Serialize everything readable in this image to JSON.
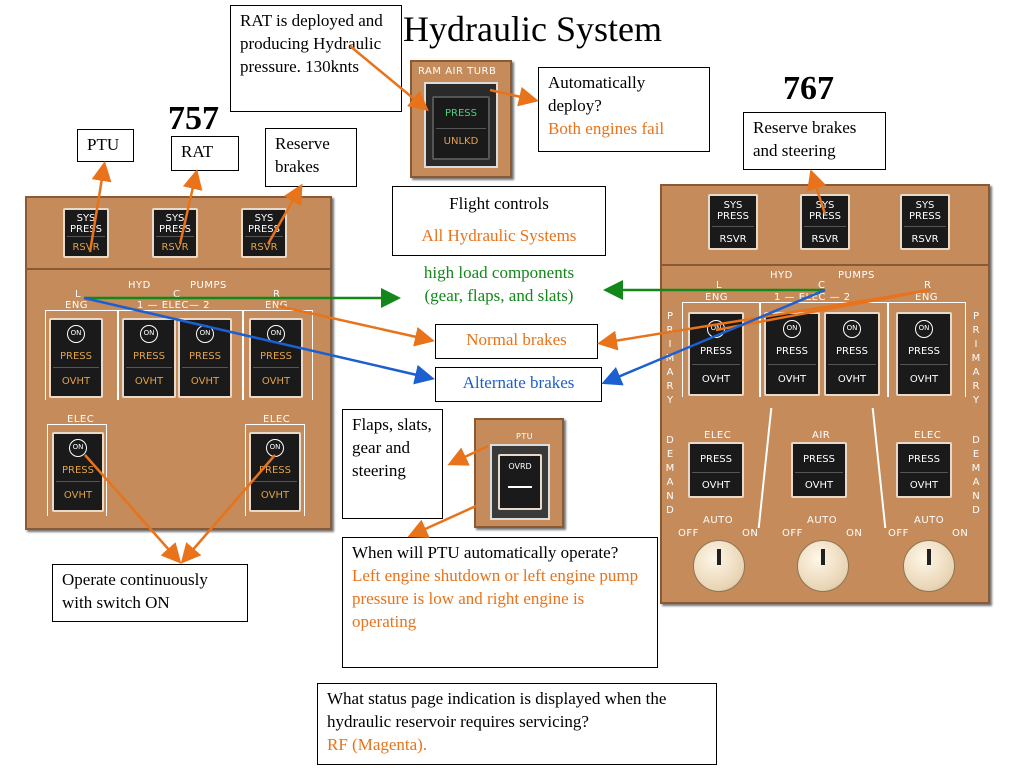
{
  "title": "Hydraulic System",
  "label_757": "757",
  "label_767": "767",
  "callouts": {
    "rat_deployed": "RAT is deployed and producing Hydraulic pressure. 130knts",
    "auto_deploy_q": "Automatically deploy?",
    "auto_deploy_a": "Both engines fail",
    "ptu": "PTU",
    "rat": "RAT",
    "reserve_brakes": "Reserve brakes",
    "reserve_brakes_steering": "Reserve brakes and steering",
    "flight_controls": "Flight controls",
    "all_hyd": "All Hydraulic Systems",
    "high_load": "high load components (gear, flaps, and slats)",
    "normal_brakes": "Normal brakes",
    "alternate_brakes": "Alternate brakes",
    "flaps_slats": "Flaps, slats, gear and steering",
    "ptu_when_q": "When will PTU automatically operate?",
    "ptu_when_a": "Left engine shutdown or left engine pump pressure is low and right engine is operating",
    "operate_cont": "Operate continuously with switch ON",
    "status_q": "What status page indication is displayed when the hydraulic reservoir requires servicing?",
    "status_a": "RF (Magenta)."
  },
  "rat_panel": {
    "header": "RAM AIR TURB",
    "press": "PRESS",
    "unlkd": "UNLKD"
  },
  "ptu_panel": {
    "header": "PTU",
    "ovrd": "OVRD"
  },
  "panel757": {
    "sys_press": "SYS PRESS",
    "rsvr": "RSVR",
    "hyd": "HYD",
    "pumps": "PUMPS",
    "l": "L",
    "c": "C",
    "r": "R",
    "eng": "ENG",
    "elec_row": "1 — ELEC— 2",
    "on": "ON",
    "press": "PRESS",
    "ovht": "OVHT",
    "elec": "ELEC"
  },
  "panel767": {
    "sys_press": "SYS PRESS",
    "rsvr": "RSVR",
    "hyd": "HYD",
    "pumps": "PUMPS",
    "l": "L",
    "c": "C",
    "r": "R",
    "eng": "ENG",
    "elec_row": "1 — ELEC — 2",
    "primary": "PRIMARY",
    "demand": "DEMAND",
    "on": "ON",
    "press": "PRESS",
    "ovht": "OVHT",
    "elec": "ELEC",
    "air": "AIR",
    "auto": "AUTO",
    "off": "OFF",
    "on_knob": "ON"
  },
  "colors": {
    "orange": "#e8731a",
    "green": "#13871a",
    "blue": "#1b5fd0",
    "panel": "#c58b5a"
  }
}
